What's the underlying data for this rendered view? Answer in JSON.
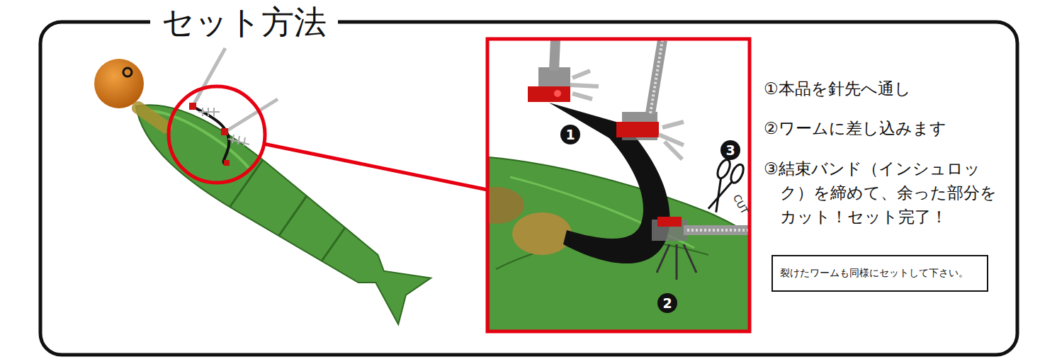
{
  "diagram": {
    "title": "セット方法",
    "nodes": [
      {
        "text": [
          "裂けたワームも同様にセットして下さい。"
        ]
      }
    ],
    "labels": [
      "①本品を針先へ通し",
      "②ワームに差し込みます",
      "③結束バンド（インシュロック）を締めて、余った部分をカット！セット完了！",
      "1",
      "2",
      "3",
      "CUT"
    ]
  }
}
